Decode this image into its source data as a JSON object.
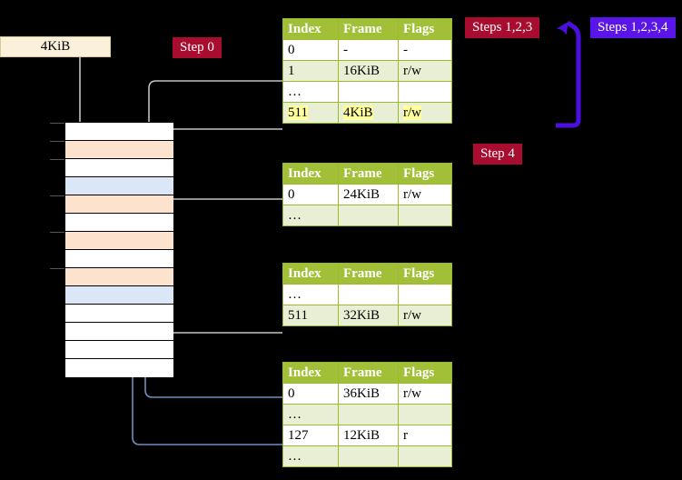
{
  "diagram": {
    "title_labels": {
      "steps_123": "Steps 1,2,3",
      "steps_1234": "Steps 1,2,3,4",
      "step_4": "Step 4",
      "step_0": "Step 0"
    },
    "memory_box_label": "4KiB",
    "colors": {
      "header_green": "#a2c037",
      "row_alt_green": "#e9efd4",
      "highlight_yellow": "#ffff9e",
      "badge_crimson": "#a80c2e",
      "badge_violet": "#5a16e8",
      "memory_orange": "#fde3cd",
      "memory_blue": "#dbe7f7",
      "memory_white": "#ffffff",
      "arrow_gray": "#b6b6b6",
      "arrow_blue": "#6e8fc0",
      "background": "#000000"
    }
  },
  "tables": [
    {
      "id": "table-level-1",
      "columns": [
        "Index",
        "Frame",
        "Flags"
      ],
      "rows": [
        {
          "index": "0",
          "frame": "-",
          "flags": "-",
          "style": "plain",
          "highlight": false
        },
        {
          "index": "1",
          "frame": "16KiB",
          "flags": "r/w",
          "style": "alt",
          "highlight": false
        },
        {
          "index": "…",
          "frame": "",
          "flags": "",
          "style": "plain",
          "highlight": false
        },
        {
          "index": "511",
          "frame": "4KiB",
          "flags": "r/w",
          "style": "alt",
          "highlight": true
        }
      ]
    },
    {
      "id": "table-level-2",
      "columns": [
        "Index",
        "Frame",
        "Flags"
      ],
      "rows": [
        {
          "index": "0",
          "frame": "24KiB",
          "flags": "r/w",
          "style": "plain",
          "highlight": false
        },
        {
          "index": "…",
          "frame": "",
          "flags": "",
          "style": "alt",
          "highlight": false
        }
      ]
    },
    {
      "id": "table-level-3",
      "columns": [
        "Index",
        "Frame",
        "Flags"
      ],
      "rows": [
        {
          "index": "…",
          "frame": "",
          "flags": "",
          "style": "plain",
          "highlight": false
        },
        {
          "index": "511",
          "frame": "32KiB",
          "flags": "r/w",
          "style": "alt",
          "highlight": false
        }
      ]
    },
    {
      "id": "table-level-4",
      "columns": [
        "Index",
        "Frame",
        "Flags"
      ],
      "rows": [
        {
          "index": "0",
          "frame": "36KiB",
          "flags": "r/w",
          "style": "plain",
          "highlight": false
        },
        {
          "index": "…",
          "frame": "",
          "flags": "",
          "style": "alt",
          "highlight": false
        },
        {
          "index": "127",
          "frame": "12KiB",
          "flags": "r",
          "style": "plain",
          "highlight": false
        },
        {
          "index": "…",
          "frame": "",
          "flags": "",
          "style": "alt",
          "highlight": false
        }
      ]
    }
  ],
  "memory_column": {
    "rows": [
      {
        "fill": "white",
        "tick": true
      },
      {
        "fill": "orange",
        "tick": true
      },
      {
        "fill": "white",
        "tick": true
      },
      {
        "fill": "blue",
        "tick": false
      },
      {
        "fill": "orange",
        "tick": true
      },
      {
        "fill": "white",
        "tick": false
      },
      {
        "fill": "orange",
        "tick": true
      },
      {
        "fill": "white",
        "tick": false
      },
      {
        "fill": "orange",
        "tick": true
      },
      {
        "fill": "blue",
        "tick": false
      },
      {
        "fill": "white",
        "tick": false
      },
      {
        "fill": "white",
        "tick": false
      },
      {
        "fill": "white",
        "tick": false
      },
      {
        "fill": "white",
        "tick": false
      }
    ]
  }
}
